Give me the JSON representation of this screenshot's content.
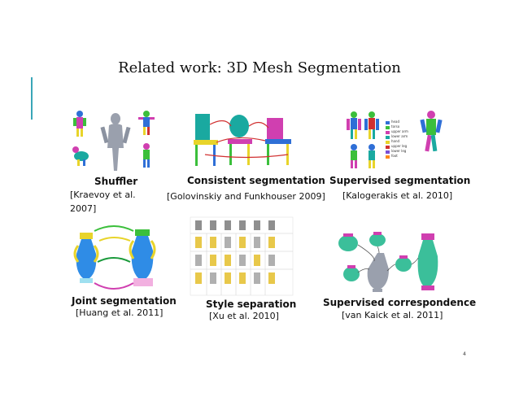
{
  "slide": {
    "title": "Related work: 3D Mesh Segmentation",
    "page_number": "4"
  },
  "works": [
    {
      "caption": "Shuffler",
      "reference_line1": "[Kraevoy et al.",
      "reference_line2": "2007]"
    },
    {
      "caption": "Consistent segmentation",
      "reference": "[Golovinskiy and Funkhouser  2009]"
    },
    {
      "caption": "Supervised segmentation",
      "reference": "[Kalogerakis et al. 2010]"
    },
    {
      "caption": "Joint segmentation",
      "reference": "[Huang et al. 2011]"
    },
    {
      "caption": "Style separation",
      "reference": "[Xu et al. 2010]"
    },
    {
      "caption": "Supervised correspondence",
      "reference": "[van Kaick et al. 2011]"
    }
  ],
  "legend_labels": [
    "head",
    "torso",
    "upper arm",
    "lower arm",
    "hand",
    "upper leg",
    "lower leg",
    "foot"
  ],
  "colors": {
    "accent_bar": "#3aa6b8",
    "green": "#3bbf3b",
    "blue": "#2f6fd6",
    "magenta": "#d03fb0",
    "yellow": "#e8d42a",
    "teal": "#1aa9a0",
    "red": "#d13030"
  }
}
